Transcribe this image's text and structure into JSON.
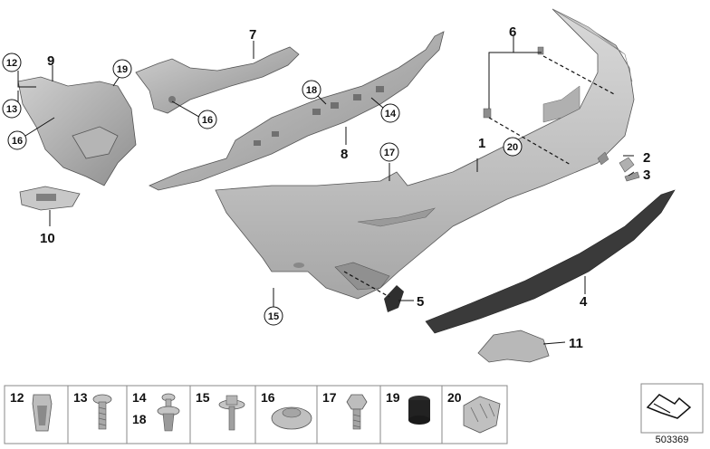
{
  "callouts": {
    "c1": "1",
    "c2": "2",
    "c3": "3",
    "c4": "4",
    "c5": "5",
    "c6": "6",
    "c7": "7",
    "c8": "8",
    "c9": "9",
    "c10": "10",
    "c11": "11",
    "c12": "12",
    "c13": "13",
    "c14": "14",
    "c15": "15",
    "c16a": "16",
    "c16b": "16",
    "c17": "17",
    "c18": "18",
    "c19": "19",
    "c20": "20"
  },
  "legend": [
    {
      "label": "12"
    },
    {
      "label": "13"
    },
    {
      "label": "14",
      "label2": "18"
    },
    {
      "label": "15"
    },
    {
      "label": "16"
    },
    {
      "label": "17"
    },
    {
      "label": "19"
    },
    {
      "label": "20"
    }
  ],
  "reference_number": "503369",
  "colors": {
    "part": "#bfbfbf",
    "part_dark": "#8c8c8c",
    "trim": "#3a3a3a",
    "legend_border": "#888888"
  }
}
